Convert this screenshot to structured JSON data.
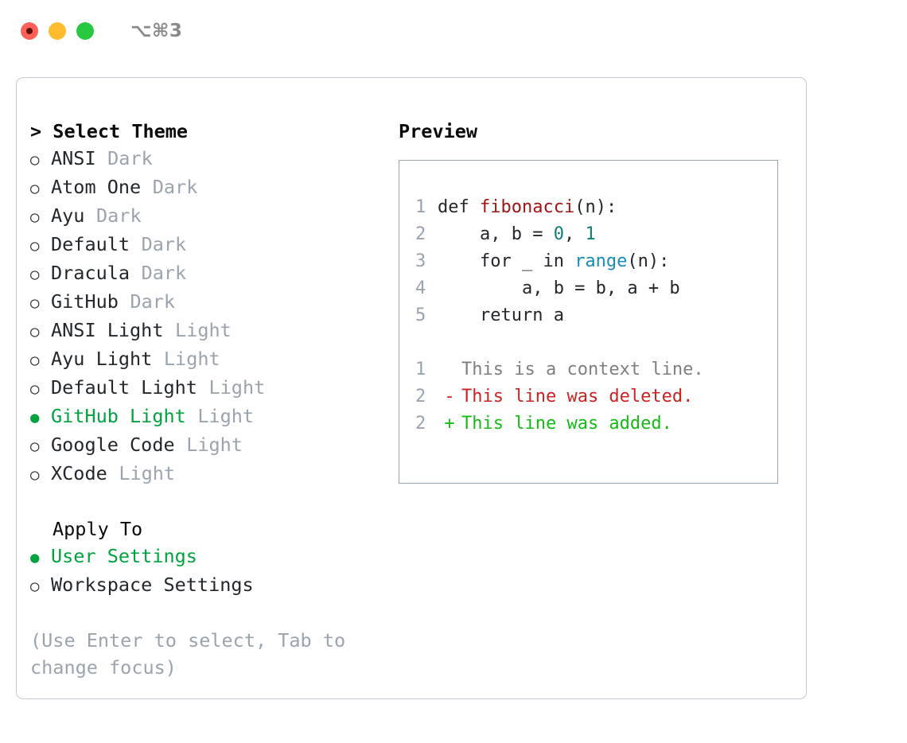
{
  "titlebar": {
    "shortcut": "⌥⌘3",
    "lights": [
      {
        "name": "close",
        "color": "#ff6159"
      },
      {
        "name": "minimize",
        "color": "#ffbd2e"
      },
      {
        "name": "maximize",
        "color": "#28c840"
      }
    ]
  },
  "theme_picker": {
    "header": "> Select Theme",
    "bullet_unselected": "○",
    "bullet_selected": "●",
    "items": [
      {
        "name": "ANSI",
        "tag": "Dark",
        "selected": false
      },
      {
        "name": "Atom One",
        "tag": "Dark",
        "selected": false
      },
      {
        "name": "Ayu",
        "tag": "Dark",
        "selected": false
      },
      {
        "name": "Default",
        "tag": "Dark",
        "selected": false
      },
      {
        "name": "Dracula",
        "tag": "Dark",
        "selected": false
      },
      {
        "name": "GitHub",
        "tag": "Dark",
        "selected": false
      },
      {
        "name": "ANSI Light",
        "tag": "Light",
        "selected": false
      },
      {
        "name": "Ayu Light",
        "tag": "Light",
        "selected": false
      },
      {
        "name": "Default Light",
        "tag": "Light",
        "selected": false
      },
      {
        "name": "GitHub Light",
        "tag": "Light",
        "selected": true
      },
      {
        "name": "Google Code",
        "tag": "Light",
        "selected": false
      },
      {
        "name": "XCode",
        "tag": "Light",
        "selected": false
      }
    ]
  },
  "apply_to": {
    "header": "Apply To",
    "options": [
      {
        "label": "User Settings",
        "selected": true
      },
      {
        "label": "Workspace Settings",
        "selected": false
      }
    ]
  },
  "hint": "(Use Enter to select, Tab to change focus)",
  "preview": {
    "header": "Preview",
    "code_lines": [
      {
        "no": "1",
        "parts": [
          {
            "t": "def ",
            "k": "plain"
          },
          {
            "t": "fibonacci",
            "k": "fn"
          },
          {
            "t": "(n):",
            "k": "plain"
          }
        ]
      },
      {
        "no": "2",
        "parts": [
          {
            "t": "    a, b = ",
            "k": "plain"
          },
          {
            "t": "0",
            "k": "num"
          },
          {
            "t": ", ",
            "k": "plain"
          },
          {
            "t": "1",
            "k": "num"
          }
        ]
      },
      {
        "no": "3",
        "parts": [
          {
            "t": "    for _ in ",
            "k": "plain"
          },
          {
            "t": "range",
            "k": "bi"
          },
          {
            "t": "(n):",
            "k": "plain"
          }
        ]
      },
      {
        "no": "4",
        "parts": [
          {
            "t": "        a, b = b, a + b",
            "k": "plain"
          }
        ]
      },
      {
        "no": "5",
        "parts": [
          {
            "t": "    return a",
            "k": "plain"
          }
        ]
      }
    ],
    "diff_lines": [
      {
        "no": "1",
        "sign": " ",
        "text": "This is a context line.",
        "kind": "context"
      },
      {
        "no": "2",
        "sign": "-",
        "text": "This line was deleted.",
        "kind": "del"
      },
      {
        "no": "2",
        "sign": "+",
        "text": "This line was added.",
        "kind": "add"
      }
    ]
  },
  "colors": {
    "accent_green": "#00a33f",
    "tag_gray": "#9aa3ae",
    "diff_add": "#15bb15",
    "diff_del": "#cc2222",
    "syntax_function": "#a01414",
    "syntax_number": "#127d74",
    "syntax_builtin": "#1a8cb8"
  }
}
